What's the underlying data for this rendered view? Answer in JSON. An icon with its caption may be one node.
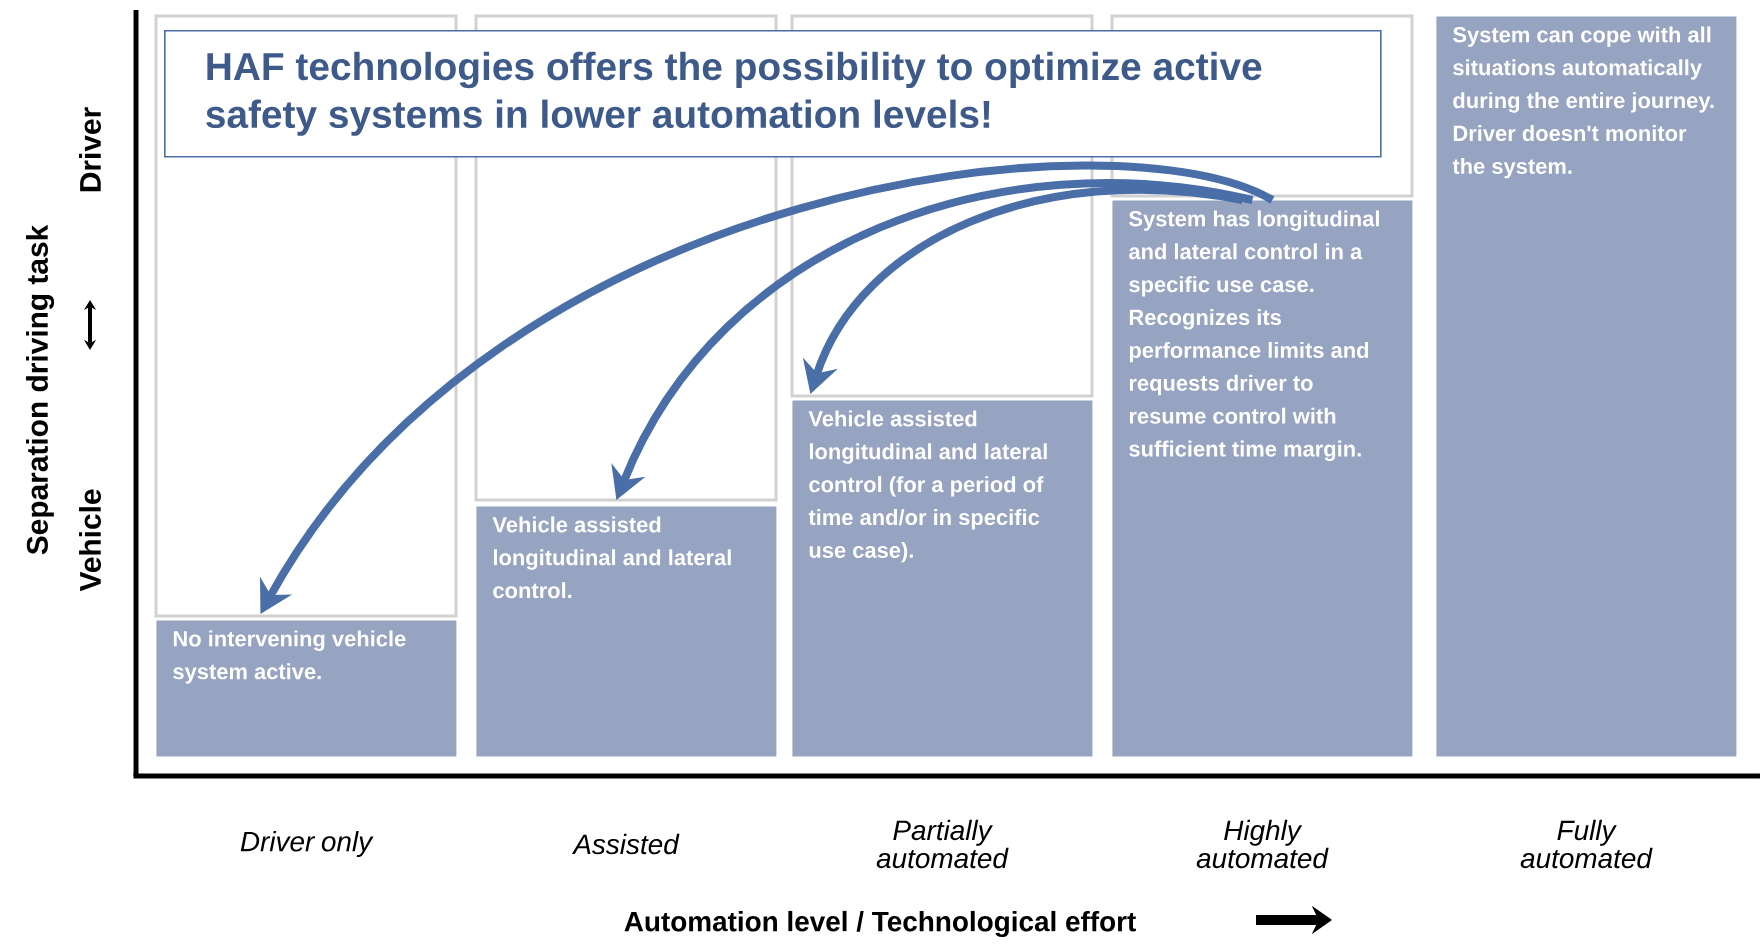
{
  "diagram": {
    "nodes": [
      {
        "text": [
          "HAF technologies offers the possibility to optimize active safety systems in lower automation levels!"
        ]
      },
      {
        "text": [
          "No intervening vehicle system active."
        ]
      },
      {
        "text": [
          "Vehicle assisted longitudinal and lateral control."
        ]
      },
      {
        "text": [
          "Vehicle assisted longitudinal and lateral control (for a period of time and/or in specific use case)."
        ]
      },
      {
        "text": [
          "System has longitudinal and lateral control in a specific use case. Recognizes its performance limits and requests driver to resume control with sufficient time margin."
        ]
      },
      {
        "text": [
          "System can cope with all situations automatically during the entire journey. Driver doesn't monitor the system."
        ]
      }
    ],
    "edges": [
      {
        "from": 4,
        "to": 1,
        "arrow": "to"
      },
      {
        "from": 4,
        "to": 2,
        "arrow": "to"
      },
      {
        "from": 4,
        "to": 3,
        "arrow": "to"
      }
    ],
    "labels": [
      "Separation driving task",
      "Driver",
      "Vehicle",
      "Driver only",
      "Assisted",
      "Partially automated",
      "Highly automated",
      "Fully automated",
      "Automation level / Technological effort"
    ]
  }
}
